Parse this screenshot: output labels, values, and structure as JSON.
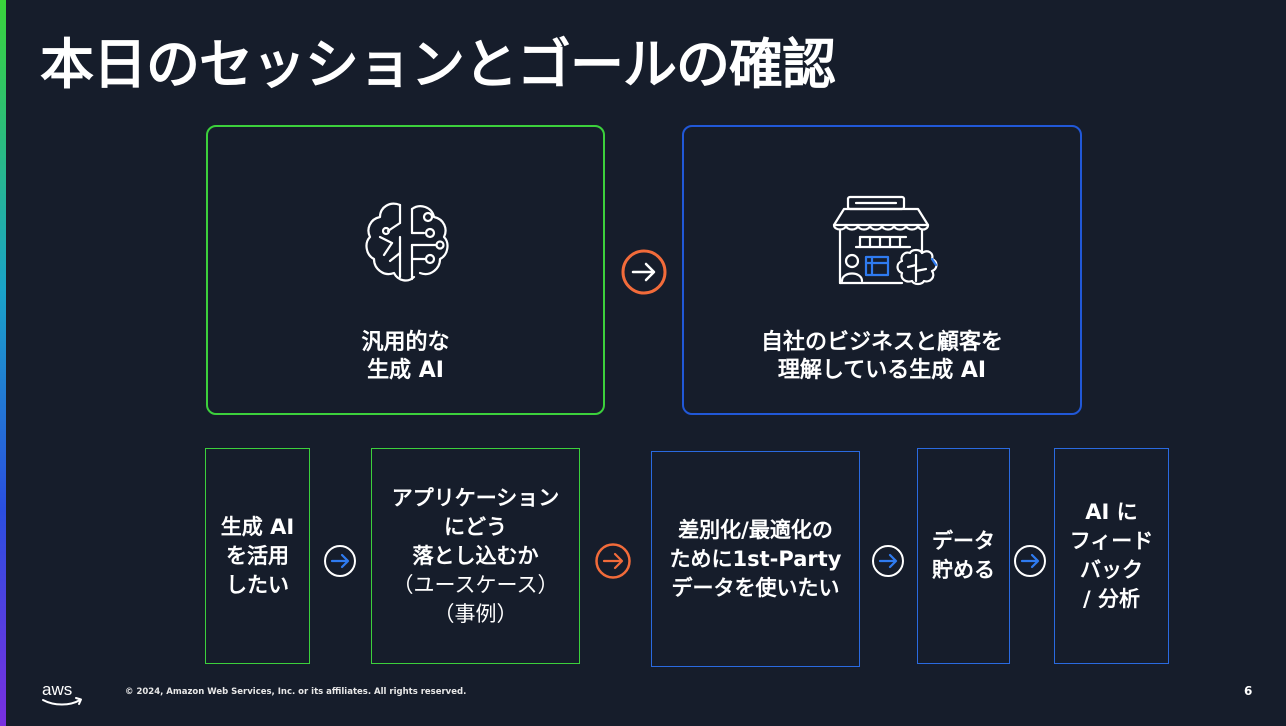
{
  "title": "本日のセッションとゴールの確認",
  "top_boxes": {
    "general_ai": {
      "line1": "汎用的な",
      "line2": "生成 AI",
      "icon": "brain-circuit-icon"
    },
    "company_ai": {
      "line1": "自社のビジネスと顧客を",
      "line2": "理解している生成 AI",
      "icon": "storefront-brain-icon"
    }
  },
  "steps": {
    "step1": [
      "生成 AI",
      "を活用",
      "したい"
    ],
    "step2": [
      "アプリケーション",
      "にどう",
      "落とし込むか",
      "（ユースケース）",
      "（事例）"
    ],
    "step3": [
      "差別化/最適化の",
      "ために1st-Party",
      "データを使いたい"
    ],
    "step4": [
      "データ",
      "貯める"
    ],
    "step5": [
      "AI に",
      "フィード",
      "バック",
      "/ 分析"
    ]
  },
  "footer": {
    "logo_text": "aws",
    "copyright": "© 2024, Amazon Web Services, Inc. or its affiliates. All rights reserved.",
    "page_number": "6"
  },
  "colors": {
    "background": "#161d2b",
    "green": "#3cd03c",
    "blue": "#2158d8",
    "orange_accent": "#f26b3a",
    "arrow_blue": "#2f7bf0"
  }
}
